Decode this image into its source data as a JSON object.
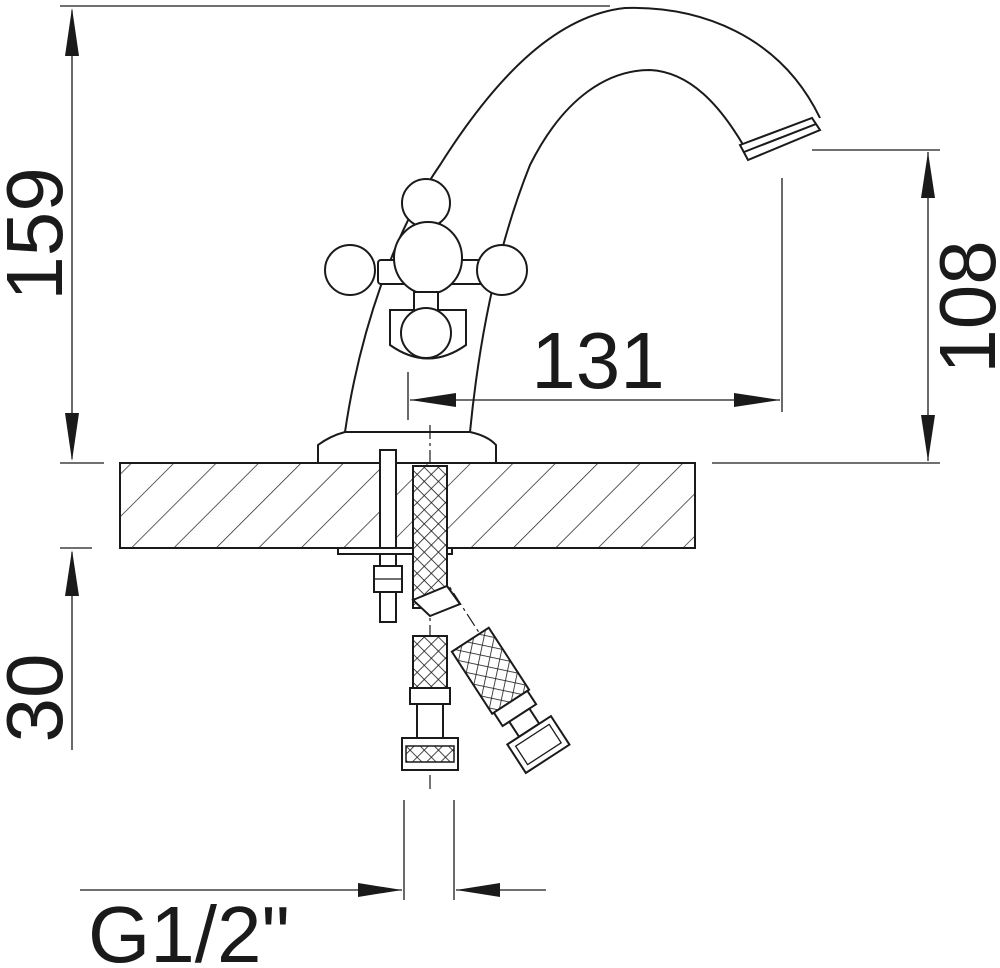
{
  "dimensions": {
    "total_height": "159",
    "spout_height": "108",
    "spout_reach": "131",
    "below_counter": "30",
    "connection_thread": "G1/2\""
  },
  "colors": {
    "line": "#1a1a1a",
    "background": "#ffffff"
  }
}
